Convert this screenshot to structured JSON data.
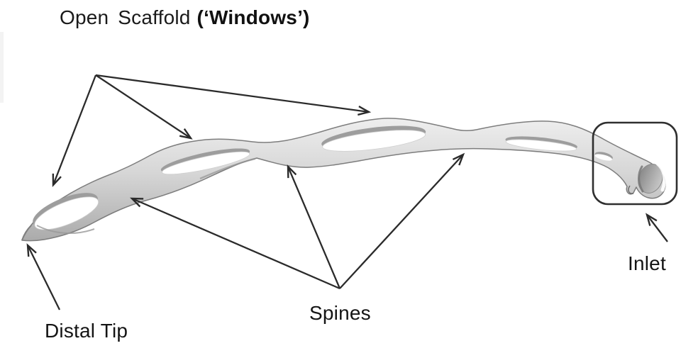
{
  "diagram": {
    "title": {
      "prefix": "Open Scaffold",
      "emphasis": "(‘Windows’)"
    },
    "labels": {
      "distal_tip": "Distal Tip",
      "spines": "Spines",
      "inlet": "Inlet"
    },
    "annotations": [
      {
        "name": "windows-callout",
        "label_text": "Open Scaffold (‘Windows’)",
        "arrow_count": 3
      },
      {
        "name": "spines-callout",
        "label_text": "Spines",
        "arrow_count": 3
      },
      {
        "name": "distal-tip-callout",
        "label_text": "Distal Tip",
        "arrow_count": 1
      },
      {
        "name": "inlet-callout",
        "label_text": "Inlet",
        "arrow_count": 1,
        "marker": "rounded rectangle box around inlet"
      }
    ],
    "colors": {
      "background": "#ffffff",
      "text": "#141414",
      "arrow": "#2b2b2b",
      "box_outline": "#2f2f2f",
      "scaffold_light": "#f0f0f0",
      "scaffold_mid": "#d4d4d4",
      "scaffold_dark": "#a6a6a6",
      "scaffold_edge": "#7d7d7d"
    }
  }
}
